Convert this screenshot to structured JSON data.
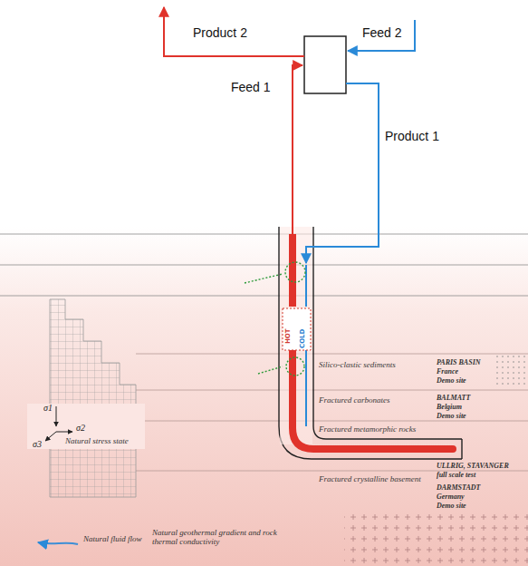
{
  "diagram": {
    "labels": [
      "Product 2",
      "Feed 2",
      "Feed 1",
      "Product 1",
      "HOT",
      "COLD",
      "Silico-clastic sediments",
      "PARIS BASIN",
      "France",
      "Demo site",
      "Fractured carbonates",
      "BALMATT",
      "Belgium",
      "Demo site",
      "σ1",
      "σ2",
      "σ3",
      "Natural stress state",
      "Fractured metamorphic rocks",
      "ULLRIG, STAVANGER",
      "full scale test",
      "Fractured crystalline basement",
      "DARMSTADT",
      "Germany",
      "Demo site",
      "Natural geothermal gradient and rock thermal conductivity",
      "Natural fluid flow"
    ]
  }
}
